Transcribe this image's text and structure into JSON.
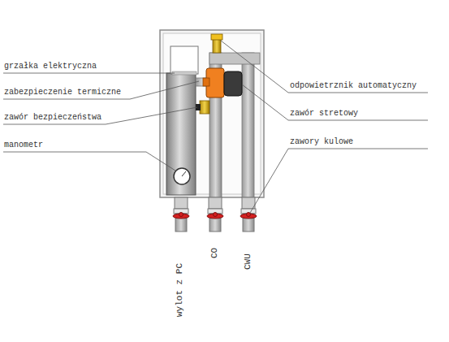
{
  "diagram": {
    "labels": [
      "grzałka elektryczna",
      "zabezpieczenie termiczne",
      "zawór bezpieczeństwa",
      "manometr",
      "odpowietrznik automatyczny",
      "zawór stretowy",
      "zawory kulowe",
      "wylot z PC",
      "CO",
      "CWU"
    ]
  }
}
